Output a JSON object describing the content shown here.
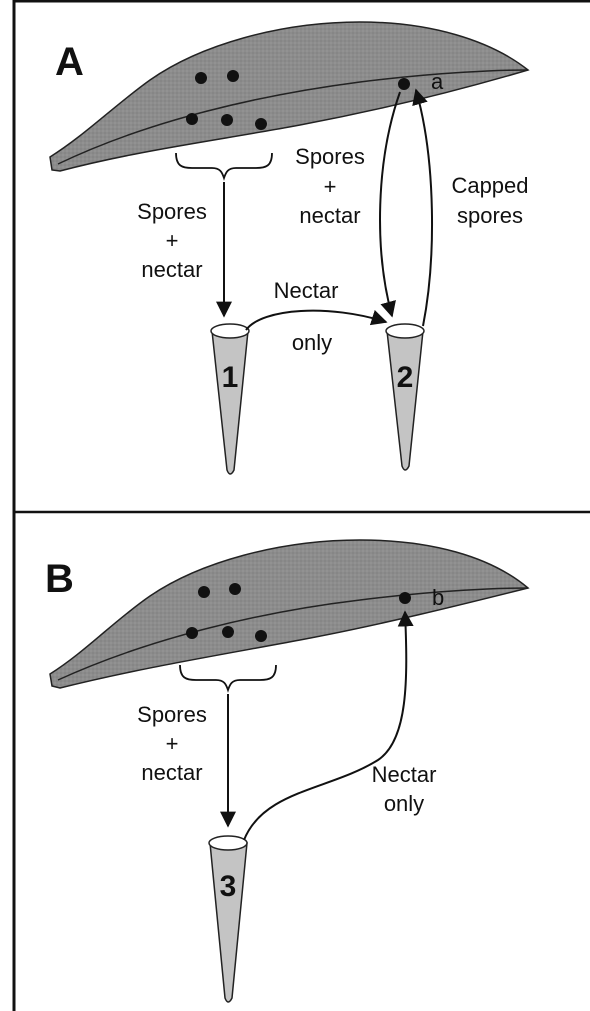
{
  "panels": [
    {
      "id": "A",
      "letter": "A",
      "spot_label": "a",
      "label_spores_nectar_left": {
        "line1": "Spores",
        "line2": "+",
        "line3": "nectar"
      },
      "label_spores_nectar_right": {
        "line1": "Spores",
        "line2": "+",
        "line3": "nectar"
      },
      "label_capped": {
        "line1": "Capped",
        "line2": "spores"
      },
      "label_nectar_only": {
        "line1": "Nectar",
        "line2": "only"
      },
      "tubes": [
        "1",
        "2"
      ]
    },
    {
      "id": "B",
      "letter": "B",
      "spot_label": "b",
      "label_spores_nectar": {
        "line1": "Spores",
        "line2": "+",
        "line3": "nectar"
      },
      "label_nectar_only": {
        "line1": "Nectar",
        "line2": "only"
      },
      "tubes": [
        "3"
      ]
    }
  ],
  "colors": {
    "leaf_fill": "#8c8c8c",
    "tube_fill": "#c4c4c4",
    "ink": "#111111",
    "border": "#111111"
  }
}
